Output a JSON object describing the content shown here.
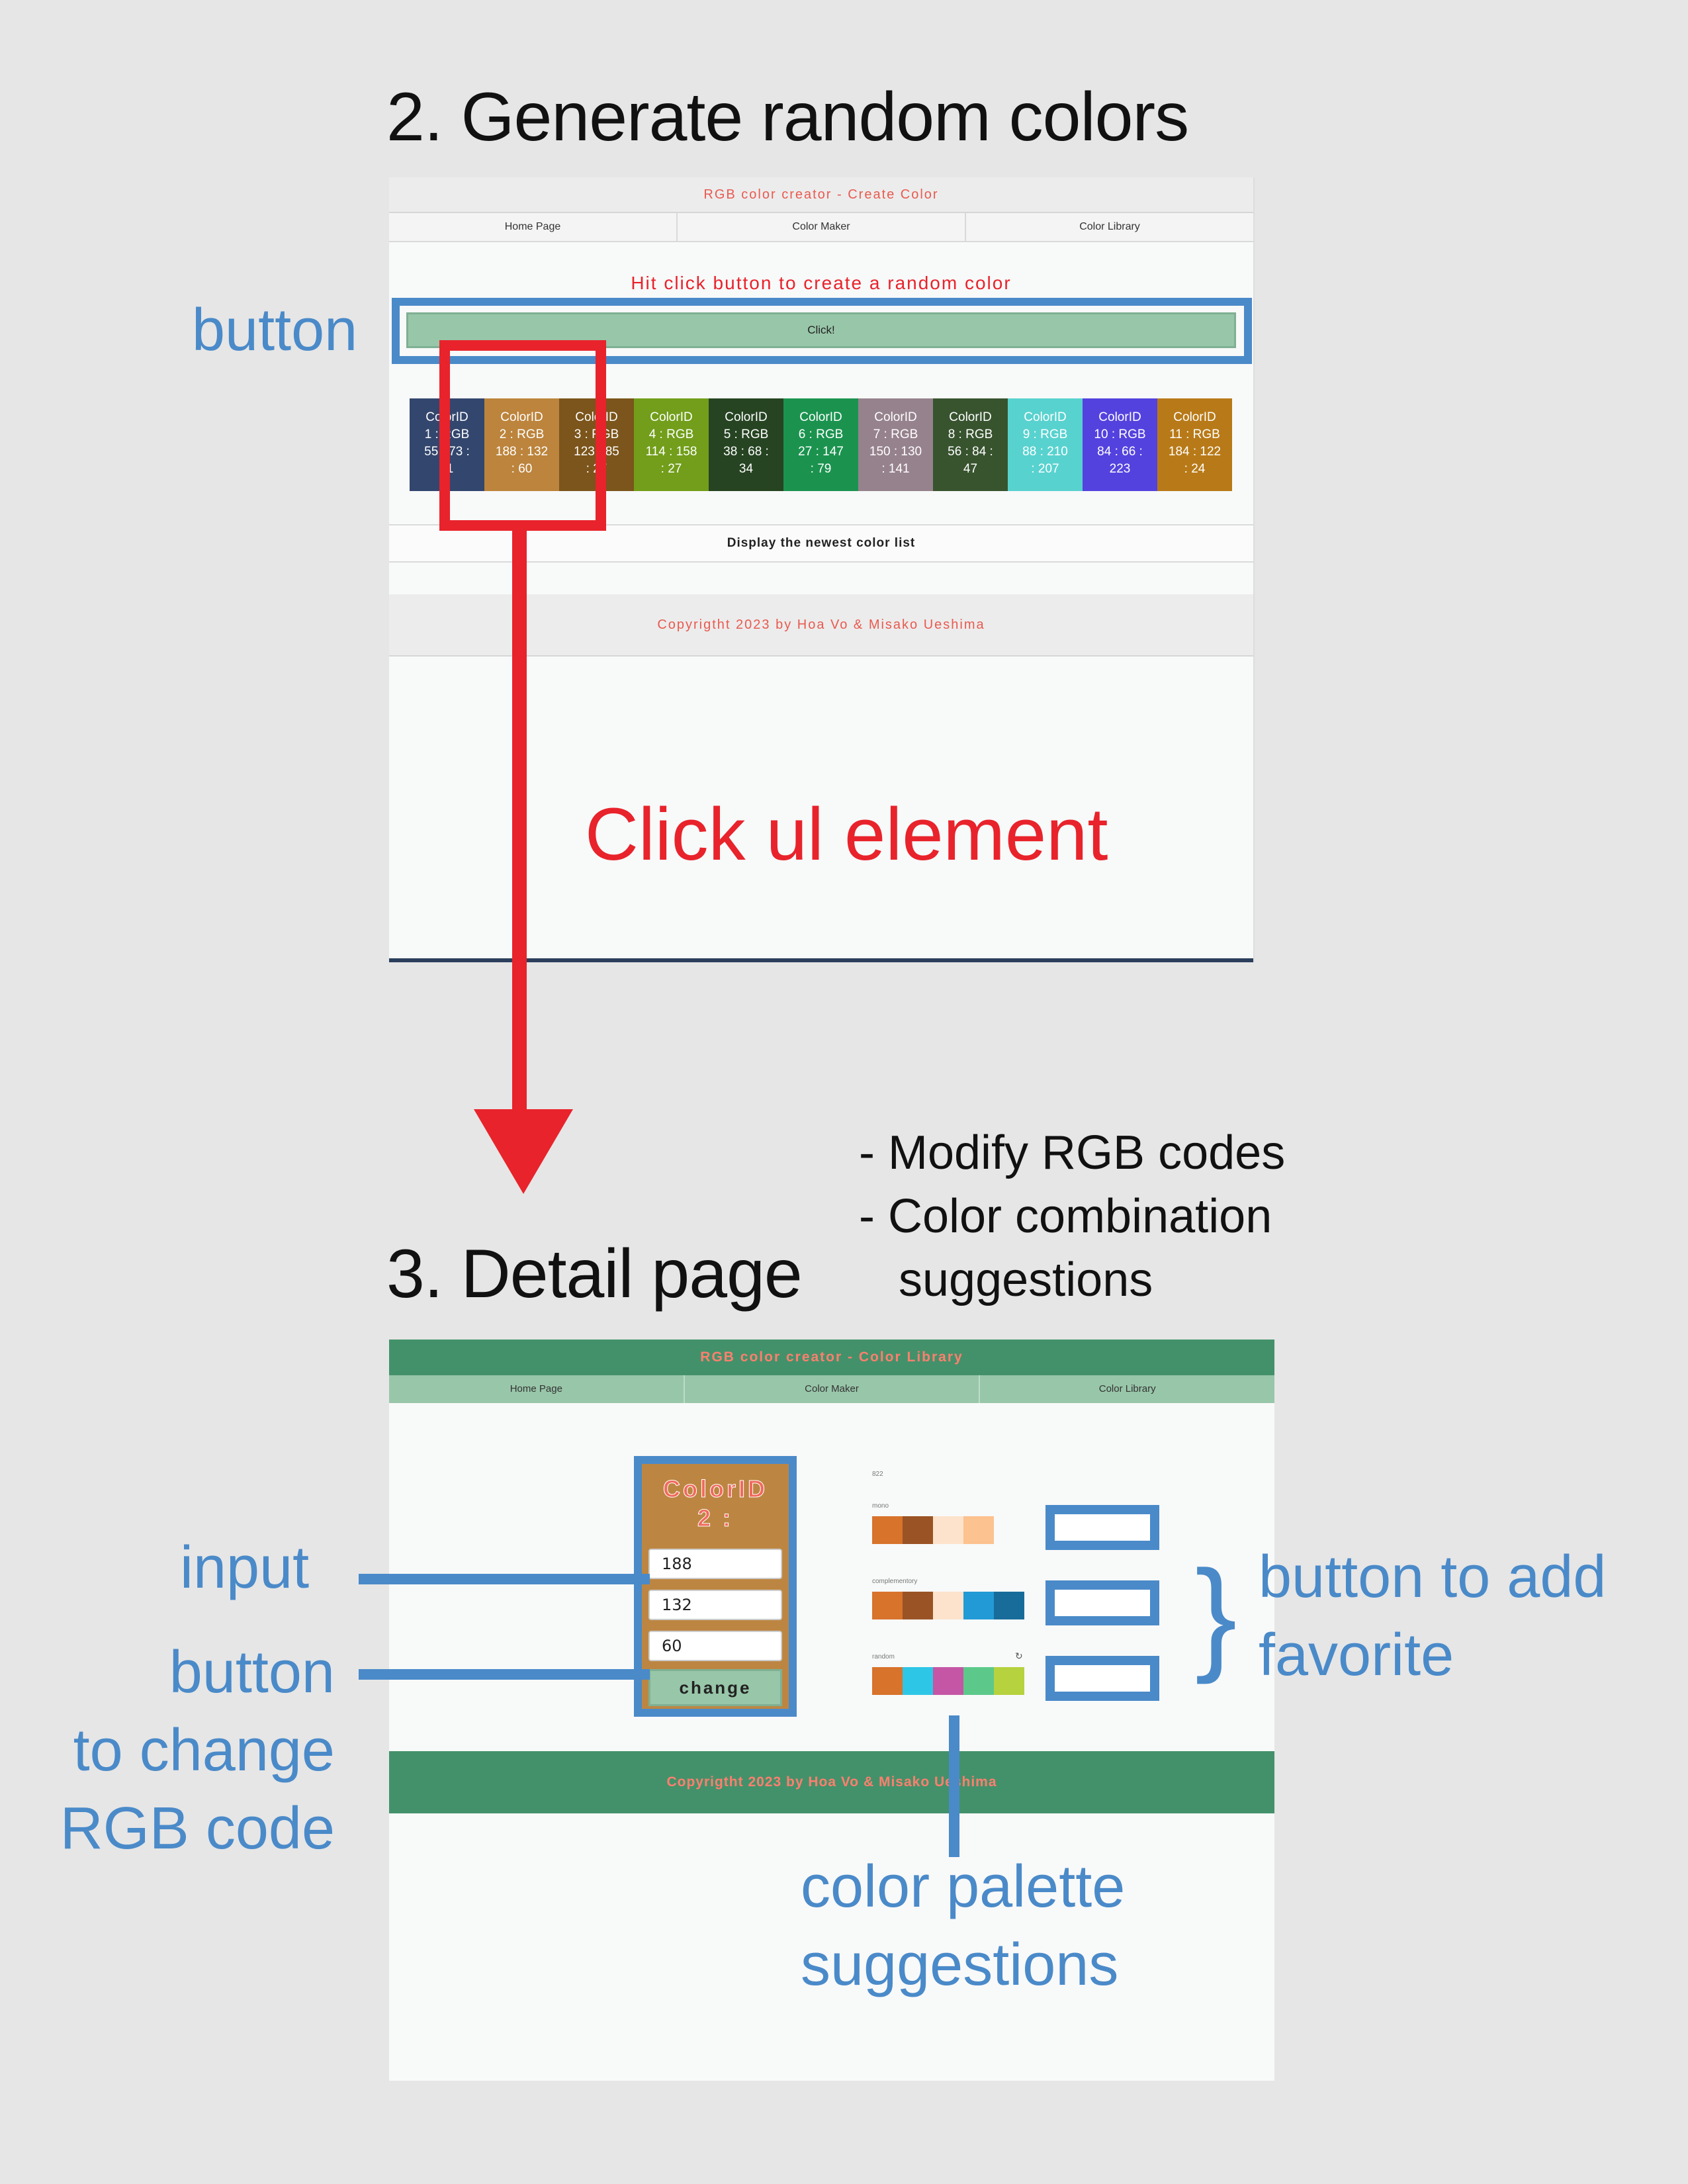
{
  "section1": {
    "heading": "2. Generate random colors",
    "screen": {
      "title": "RGB color creator - Create Color",
      "nav": [
        "Home Page",
        "Color Maker",
        "Color Library"
      ],
      "prompt": "Hit click button to create a random color",
      "button_label": "Click!",
      "swatches": [
        {
          "text": "ColorID\n1 : RGB\n55 : 73 :\n11",
          "color": "#33466e"
        },
        {
          "text": "ColorID\n2 : RGB\n188 : 132\n: 60",
          "color": "#bc843c"
        },
        {
          "text": "ColorID\n3 : RGB\n123 : 85\n: 27",
          "color": "#7b551b"
        },
        {
          "text": "ColorID\n4 : RGB\n114 : 158\n: 27",
          "color": "#729e1b"
        },
        {
          "text": "ColorID\n5 : RGB\n38 : 68 :\n34",
          "color": "#264422"
        },
        {
          "text": "ColorID\n6 : RGB\n27 : 147\n: 79",
          "color": "#1b934f"
        },
        {
          "text": "ColorID\n7 : RGB\n150 : 130\n: 141",
          "color": "#96828d"
        },
        {
          "text": "ColorID\n8 : RGB\n56 : 84 :\n47",
          "color": "#38542f"
        },
        {
          "text": "ColorID\n9 : RGB\n88 : 210\n: 207",
          "color": "#58d2cf"
        },
        {
          "text": "ColorID\n10 : RGB\n84 : 66 :\n223",
          "color": "#5442df"
        },
        {
          "text": "ColorID\n11 : RGB\n184 : 122\n: 24",
          "color": "#b87a18"
        }
      ],
      "display_list_label": "Display the newest color list",
      "footer": "Copyrigtht 2023 by Hoa Vo & Misako Ueshima"
    },
    "annotation_button": "button",
    "annotation_click": "Click ul element"
  },
  "section2": {
    "heading": "3. Detail page",
    "notes": "- Modify RGB codes\n- Color combination\n   suggestions",
    "screen": {
      "title": "RGB color creator - Color Library",
      "nav": [
        "Home Page",
        "Color Maker",
        "Color Library"
      ],
      "card_title": "ColorID\n2 :",
      "inputs": [
        "188",
        "132",
        "60"
      ],
      "change_label": "change",
      "palette_header": "822",
      "palettes": [
        {
          "name": "mono",
          "colors": [
            "#d8732b",
            "#9a5325",
            "#fde3cc",
            "#fcc28f"
          ]
        },
        {
          "name": "complementory",
          "colors": [
            "#d8732b",
            "#9a5325",
            "#fde3cc",
            "#229ad6",
            "#176c9a"
          ]
        },
        {
          "name": "random",
          "colors": [
            "#d8732b",
            "#2ec6e6",
            "#c556a5",
            "#5cc98b",
            "#b6d23e"
          ]
        }
      ],
      "refresh_icon": "↻",
      "footer": "Copyrigtht 2023 by Hoa Vo & Misako Ueshima"
    },
    "annotation_input": "input",
    "annotation_change_button": "button\nto change\nRGB code",
    "annotation_favorite": "button to add\nfavorite",
    "annotation_palette": "color palette\nsuggestions",
    "brace": "}"
  },
  "colors": {
    "annotation_blue": "#4a8ac9",
    "annotation_red": "#e8232b",
    "background": "#e6e6e6"
  }
}
